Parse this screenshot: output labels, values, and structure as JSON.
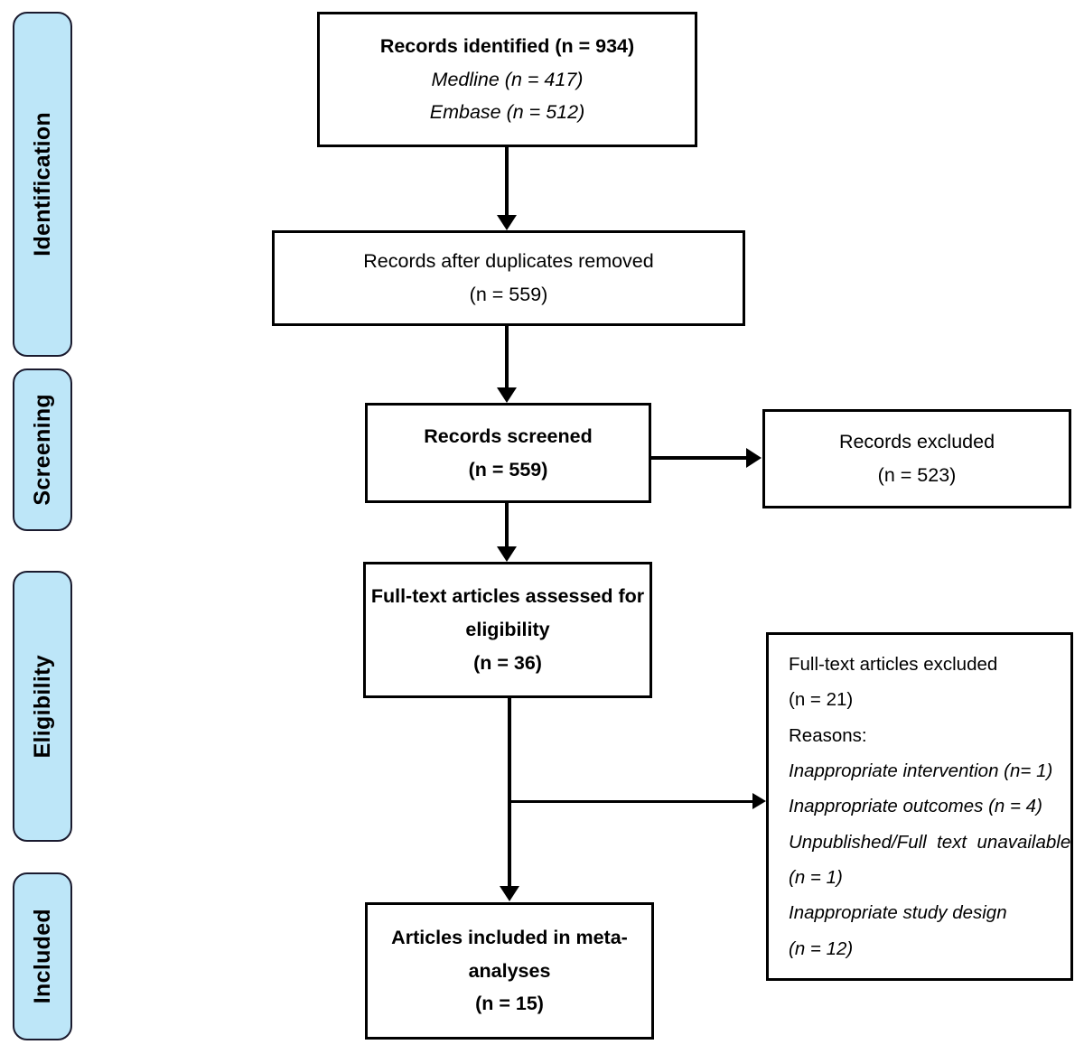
{
  "diagram": {
    "type": "prisma-flow-diagram",
    "colors": {
      "phase_fill": "#bde6f8",
      "phase_border": "#1a1a2e",
      "box_border": "#000000",
      "background": "#ffffff",
      "text": "#000000"
    },
    "phases": [
      {
        "id": "identification",
        "label": "Identification"
      },
      {
        "id": "screening",
        "label": "Screening"
      },
      {
        "id": "eligibility",
        "label": "Eligibility"
      },
      {
        "id": "included",
        "label": "Included"
      }
    ],
    "boxes": {
      "records_identified": {
        "lines": [
          {
            "text": "Records identified (n = 934)",
            "style": "bold"
          },
          {
            "text": "Medline (n = 417)",
            "style": "italic"
          },
          {
            "text": "Embase (n = 512)",
            "style": "italic"
          }
        ]
      },
      "duplicates_removed": {
        "lines": [
          {
            "text": "Records after duplicates removed",
            "style": "regular"
          },
          {
            "text": "(n = 559)",
            "style": "regular"
          }
        ]
      },
      "records_screened": {
        "lines": [
          {
            "text": "Records screened",
            "style": "bold"
          },
          {
            "text": "(n = 559)",
            "style": "bold"
          }
        ]
      },
      "records_excluded": {
        "lines": [
          {
            "text": "Records excluded",
            "style": "regular"
          },
          {
            "text": "(n = 523)",
            "style": "regular"
          }
        ]
      },
      "fulltext_assessed": {
        "lines": [
          {
            "text": "Full-text articles assessed for",
            "style": "bold"
          },
          {
            "text": "eligibility",
            "style": "bold"
          },
          {
            "text": "(n = 36)",
            "style": "bold"
          }
        ]
      },
      "fulltext_excluded": {
        "lines": [
          {
            "text": "Full-text articles excluded",
            "style": "regular"
          },
          {
            "text": "(n = 21)",
            "style": "regular"
          },
          {
            "text": "Reasons:",
            "style": "regular"
          },
          {
            "text": "Inappropriate intervention (n= 1)",
            "style": "italic"
          },
          {
            "text": "Inappropriate outcomes (n = 4)",
            "style": "italic"
          },
          {
            "text": "Unpublished/Full  text  unavailable",
            "style": "italic"
          },
          {
            "text": "(n = 1)",
            "style": "italic"
          },
          {
            "text": "Inappropriate study design",
            "style": "italic"
          },
          {
            "text": "(n = 12)",
            "style": "italic"
          }
        ]
      },
      "articles_included": {
        "lines": [
          {
            "text": "Articles included in meta-",
            "style": "bold"
          },
          {
            "text": "analyses",
            "style": "bold"
          },
          {
            "text": "(n = 15)",
            "style": "bold"
          }
        ]
      }
    },
    "counts": {
      "records_identified_total": 934,
      "medline": 417,
      "embase": 512,
      "after_duplicates": 559,
      "screened": 559,
      "records_excluded": 523,
      "fulltext_assessed": 36,
      "fulltext_excluded": 21,
      "reason_inappropriate_intervention": 1,
      "reason_inappropriate_outcomes": 4,
      "reason_unpublished_unavailable": 1,
      "reason_inappropriate_study_design": 12,
      "included_in_meta_analyses": 15
    }
  }
}
